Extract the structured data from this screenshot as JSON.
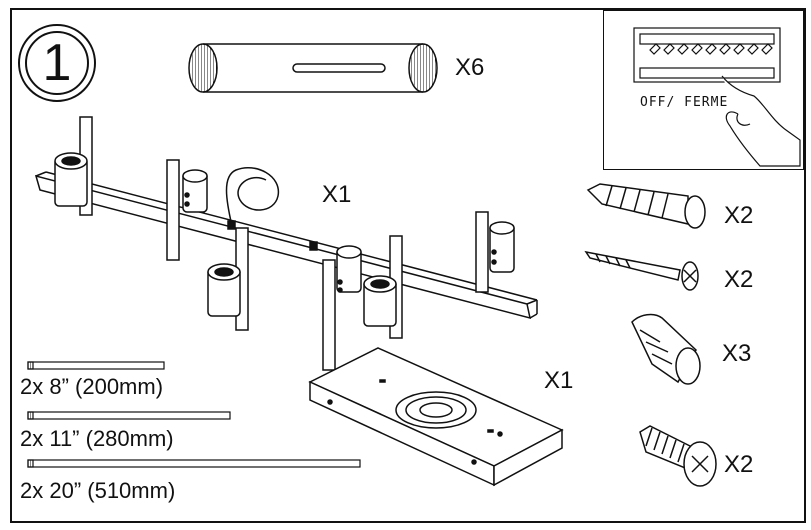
{
  "step": {
    "number": "1"
  },
  "inset": {
    "switch_label": "OFF/ FERME"
  },
  "parts": {
    "tube_qty": "X6",
    "track_qty": "X1",
    "anchor_qty": "X2",
    "wood_screw_qty": "X2",
    "wire_nut_qty": "X3",
    "plate_qty": "X1",
    "machine_screw_qty": "X2"
  },
  "rods": [
    {
      "label": "2x 8” (200mm)"
    },
    {
      "label": "2x 11” (280mm)"
    },
    {
      "label": "2x 20” (510mm)"
    }
  ]
}
